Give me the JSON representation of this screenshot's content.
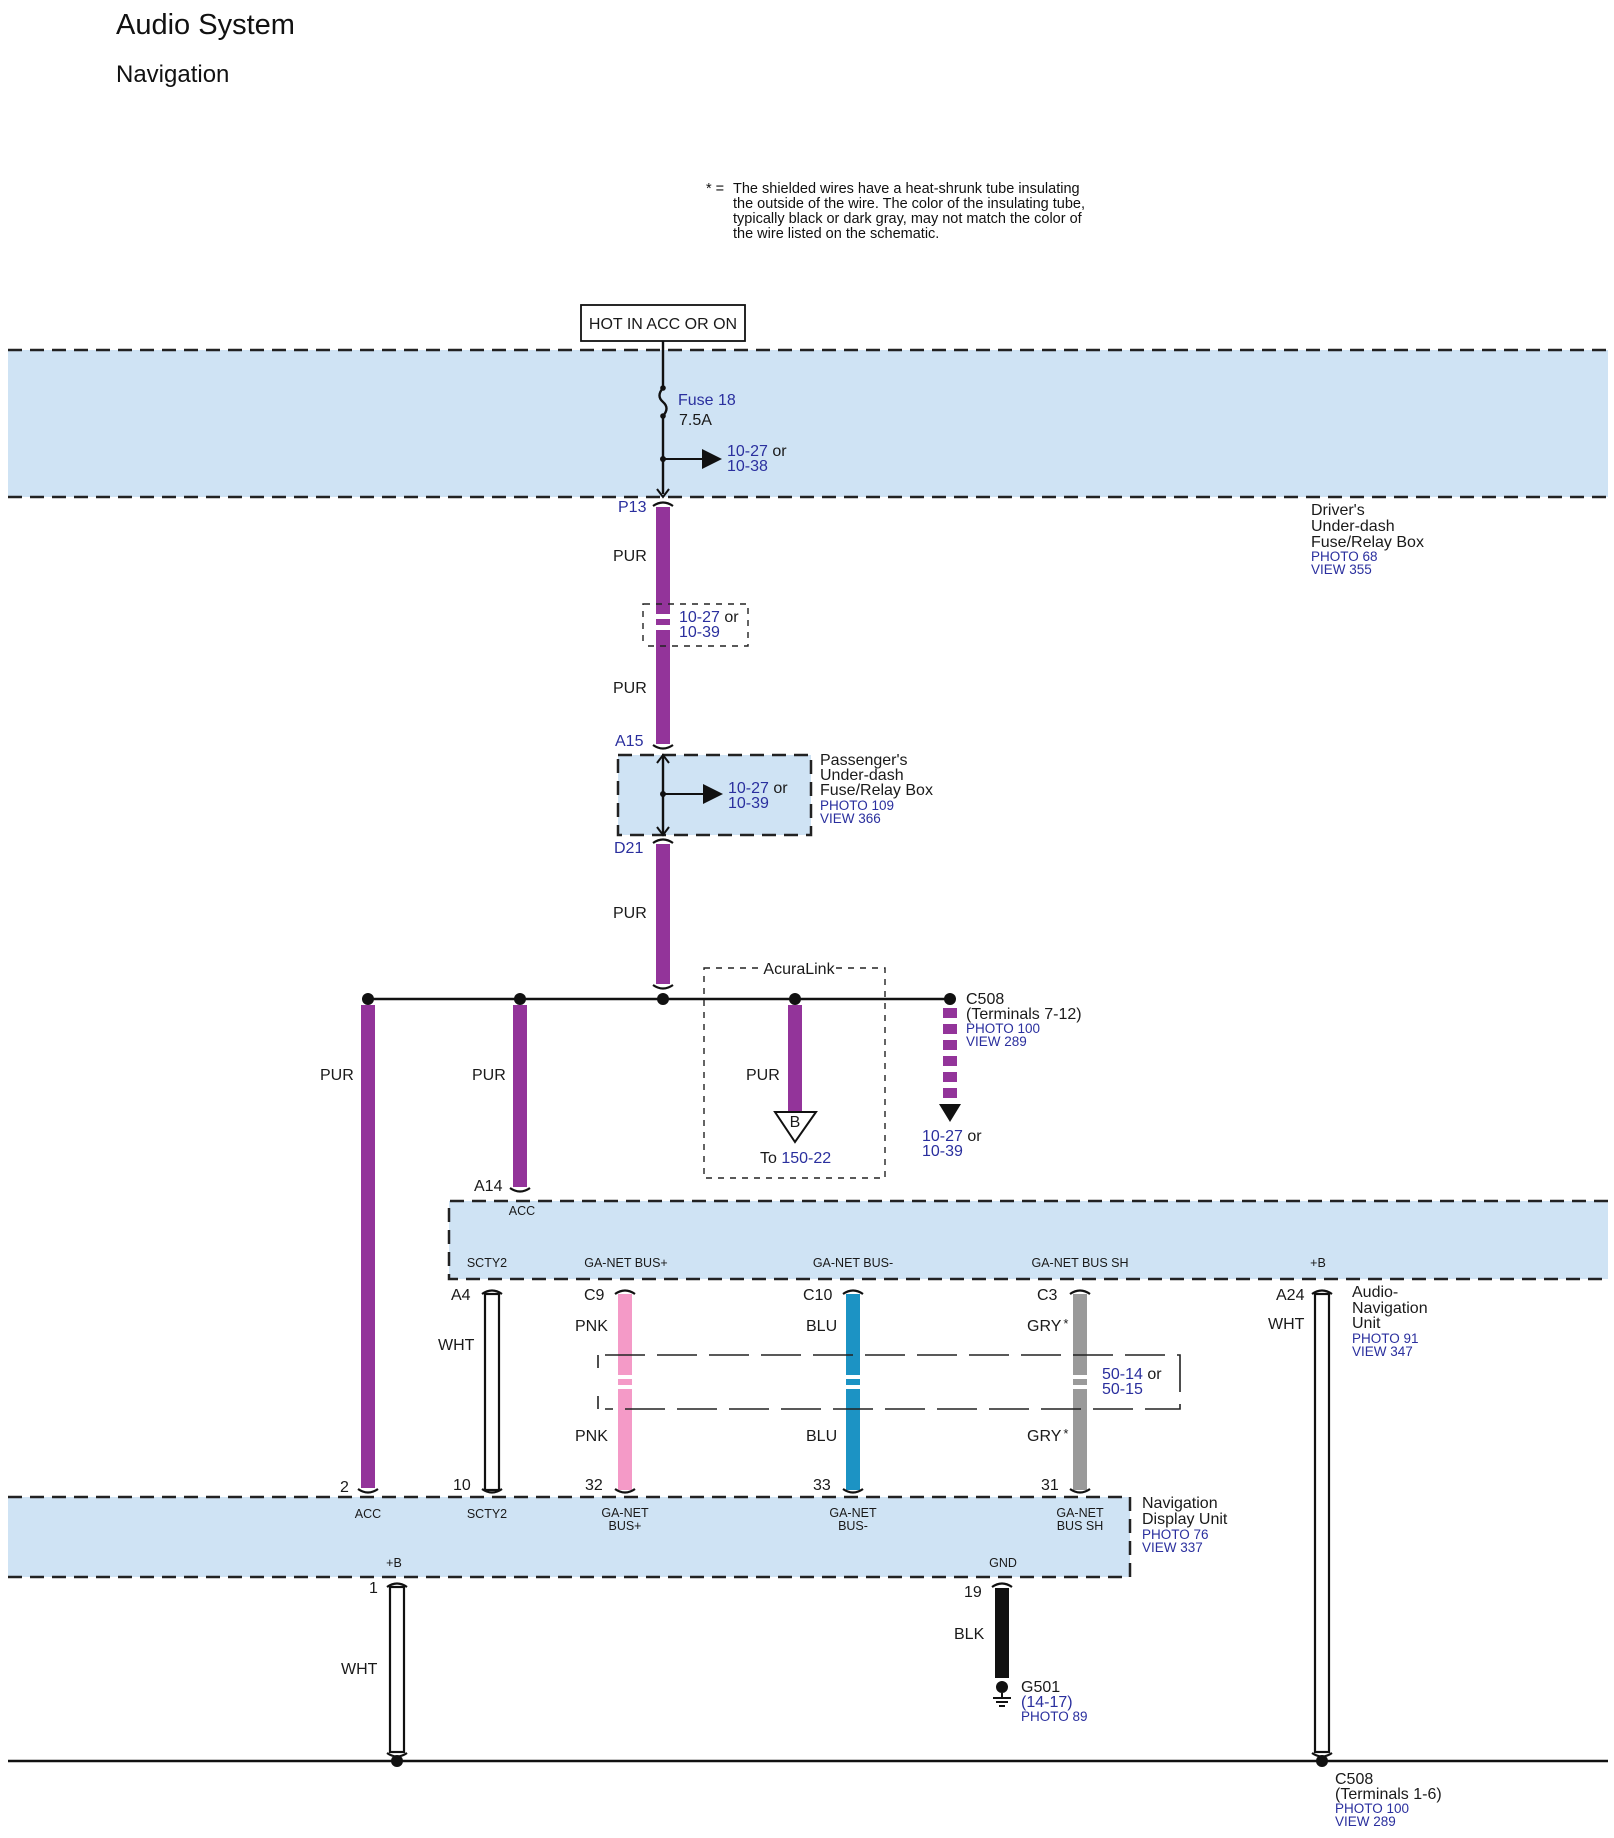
{
  "header": {
    "title": "Audio System",
    "subtitle": "Navigation"
  },
  "note": {
    "marker": "* =",
    "lines": [
      "The shielded wires have a heat-shrunk tube insulating",
      "the outside of the wire. The color of the insulating tube,",
      "typically black or dark gray, may not match the color of",
      "the wire listed on the schematic."
    ]
  },
  "power_label": "HOT IN ACC OR ON",
  "fuse": {
    "name": "Fuse 18",
    "rating": "7.5A"
  },
  "refs": {
    "r1027": "10-27",
    "or": " or",
    "r1038": "10-38",
    "r1039": "10-39",
    "r5014": "50-14",
    "r5015": "50-15",
    "r15022": "150-22",
    "r1417": "(14-17)"
  },
  "pins": {
    "P13": "P13",
    "A15": "A15",
    "D21": "D21",
    "A14": "A14",
    "A4": "A4",
    "C9": "C9",
    "C10": "C10",
    "C3": "C3",
    "A24": "A24",
    "n2": "2",
    "n10": "10",
    "n32": "32",
    "n33": "33",
    "n31": "31",
    "n1": "1",
    "n19": "19"
  },
  "wire_colors": {
    "PUR": "PUR",
    "WHT": "WHT",
    "PNK": "PNK",
    "BLU": "BLU",
    "GRY": "GRY",
    "BLK": "BLK",
    "asterisk": "*",
    "hex": {
      "pur": "#93349a",
      "pnk": "#f49ac7",
      "blu": "#1c93c4",
      "gry": "#9a9a9a",
      "blk": "#111111",
      "zone": "#cfe3f4"
    }
  },
  "drivers_box": {
    "lines": [
      "Driver's",
      "Under-dash",
      "Fuse/Relay Box"
    ],
    "photo": "PHOTO 68",
    "view": "VIEW 355"
  },
  "passengers_box": {
    "lines": [
      "Passenger's",
      "Under-dash",
      "Fuse/Relay Box"
    ],
    "photo": "PHOTO 109",
    "view": "VIEW 366"
  },
  "acuralink": {
    "label": "AcuraLink",
    "connector": "B",
    "to": "To "
  },
  "c508_top": {
    "name": "C508",
    "terminals": "(Terminals 7-12)",
    "photo": "PHOTO 100",
    "view": "VIEW 289"
  },
  "c508_bottom": {
    "name": "C508",
    "terminals": "(Terminals 1-6)",
    "photo": "PHOTO 100",
    "view": "VIEW 289"
  },
  "audio_unit": {
    "lines": [
      "Audio-",
      "Navigation",
      "Unit"
    ],
    "photo": "PHOTO 91",
    "view": "VIEW 347",
    "terminals": {
      "acc": "ACC",
      "scty2": "SCTY2",
      "busp": "GA-NET BUS+",
      "busm": "GA-NET BUS-",
      "bussh": "GA-NET BUS SH",
      "plusb": "+B"
    }
  },
  "nav_display": {
    "lines": [
      "Navigation",
      "Display Unit"
    ],
    "photo": "PHOTO 76",
    "view": "VIEW 337",
    "terminals": {
      "acc": "ACC",
      "scty2": "SCTY2",
      "busp1": "GA-NET",
      "busp2": "BUS+",
      "busm1": "GA-NET",
      "busm2": "BUS-",
      "bussh1": "GA-NET",
      "bussh2": "BUS SH",
      "plusb": "+B",
      "gnd": "GND"
    }
  },
  "ground": {
    "name": "G501",
    "photo": "PHOTO 89"
  }
}
